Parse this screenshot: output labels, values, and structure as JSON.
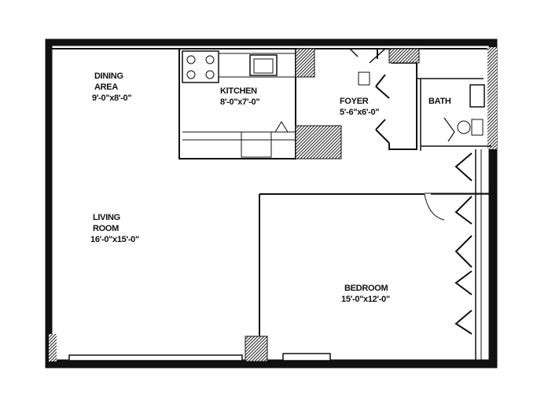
{
  "rooms": {
    "dining": {
      "name_line1": "DINING",
      "name_line2": "AREA",
      "size": "9'-0\"x8'-0\""
    },
    "kitchen": {
      "name": "KITCHEN",
      "size": "8'-0\"x7'-0\""
    },
    "foyer": {
      "name": "FOYER",
      "size": "5'-6\"x6'-0\""
    },
    "bath": {
      "name": "BATH"
    },
    "living": {
      "name_line1": "LIVING",
      "name_line2": "ROOM",
      "size": "16'-0\"x15'-0\""
    },
    "bedroom": {
      "name": "BEDROOM",
      "size": "15'-0\"x12'-0\""
    }
  },
  "colors": {
    "wall": "#111111",
    "paper": "#ffffff"
  }
}
